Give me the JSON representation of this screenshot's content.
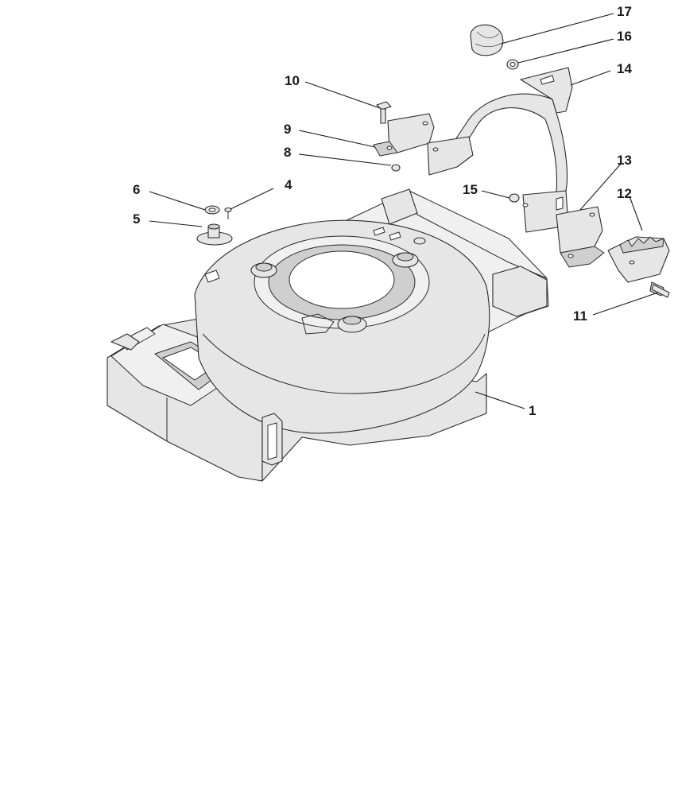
{
  "colors": {
    "line": "#2b2b2b",
    "fill": "#e6e6e6",
    "background": "#ffffff"
  },
  "callouts": [
    {
      "id": "17",
      "text": "17"
    },
    {
      "id": "16",
      "text": "16"
    },
    {
      "id": "14",
      "text": "14"
    },
    {
      "id": "10",
      "text": "10"
    },
    {
      "id": "9",
      "text": "9"
    },
    {
      "id": "8",
      "text": "8"
    },
    {
      "id": "6",
      "text": "6"
    },
    {
      "id": "4",
      "text": "4"
    },
    {
      "id": "5",
      "text": "5"
    },
    {
      "id": "15",
      "text": "15"
    },
    {
      "id": "13",
      "text": "13"
    },
    {
      "id": "12",
      "text": "12"
    },
    {
      "id": "11",
      "text": "11"
    },
    {
      "id": "1",
      "text": "1"
    }
  ]
}
